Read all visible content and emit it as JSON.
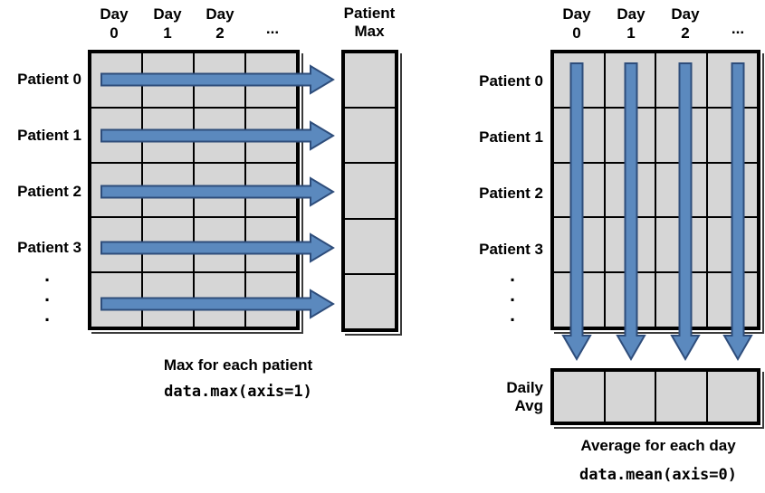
{
  "colors": {
    "background": "#ffffff",
    "cell_fill": "#d6d6d6",
    "grid_line": "#000000",
    "arrow_fill": "#5b89be",
    "arrow_stroke": "#2e4d7b",
    "text": "#000000"
  },
  "left_panel": {
    "column_headers": [
      {
        "line1": "Day",
        "line2": "0"
      },
      {
        "line1": "Day",
        "line2": "1"
      },
      {
        "line1": "Day",
        "line2": "2"
      }
    ],
    "column_header_ellipsis": "...",
    "result_header": {
      "line1": "Patient",
      "line2": "Max"
    },
    "row_labels": [
      "Patient 0",
      "Patient 1",
      "Patient 2",
      "Patient 3"
    ],
    "vertical_ellipsis": [
      ".",
      ".",
      "."
    ],
    "grid": {
      "rows": 5,
      "cols": 4
    },
    "result_column": {
      "rows": 5,
      "cols": 1
    },
    "caption": "Max for each patient",
    "code": "data.max(axis=1)"
  },
  "right_panel": {
    "column_headers": [
      {
        "line1": "Day",
        "line2": "0"
      },
      {
        "line1": "Day",
        "line2": "1"
      },
      {
        "line1": "Day",
        "line2": "2"
      }
    ],
    "column_header_ellipsis": "...",
    "row_labels": [
      "Patient 0",
      "Patient 1",
      "Patient 2",
      "Patient 3"
    ],
    "vertical_ellipsis": [
      ".",
      ".",
      "."
    ],
    "grid": {
      "rows": 5,
      "cols": 4
    },
    "result_row": {
      "rows": 1,
      "cols": 4
    },
    "result_label": {
      "line1": "Daily",
      "line2": "Avg"
    },
    "caption": "Average for each day",
    "code": "data.mean(axis=0)"
  }
}
